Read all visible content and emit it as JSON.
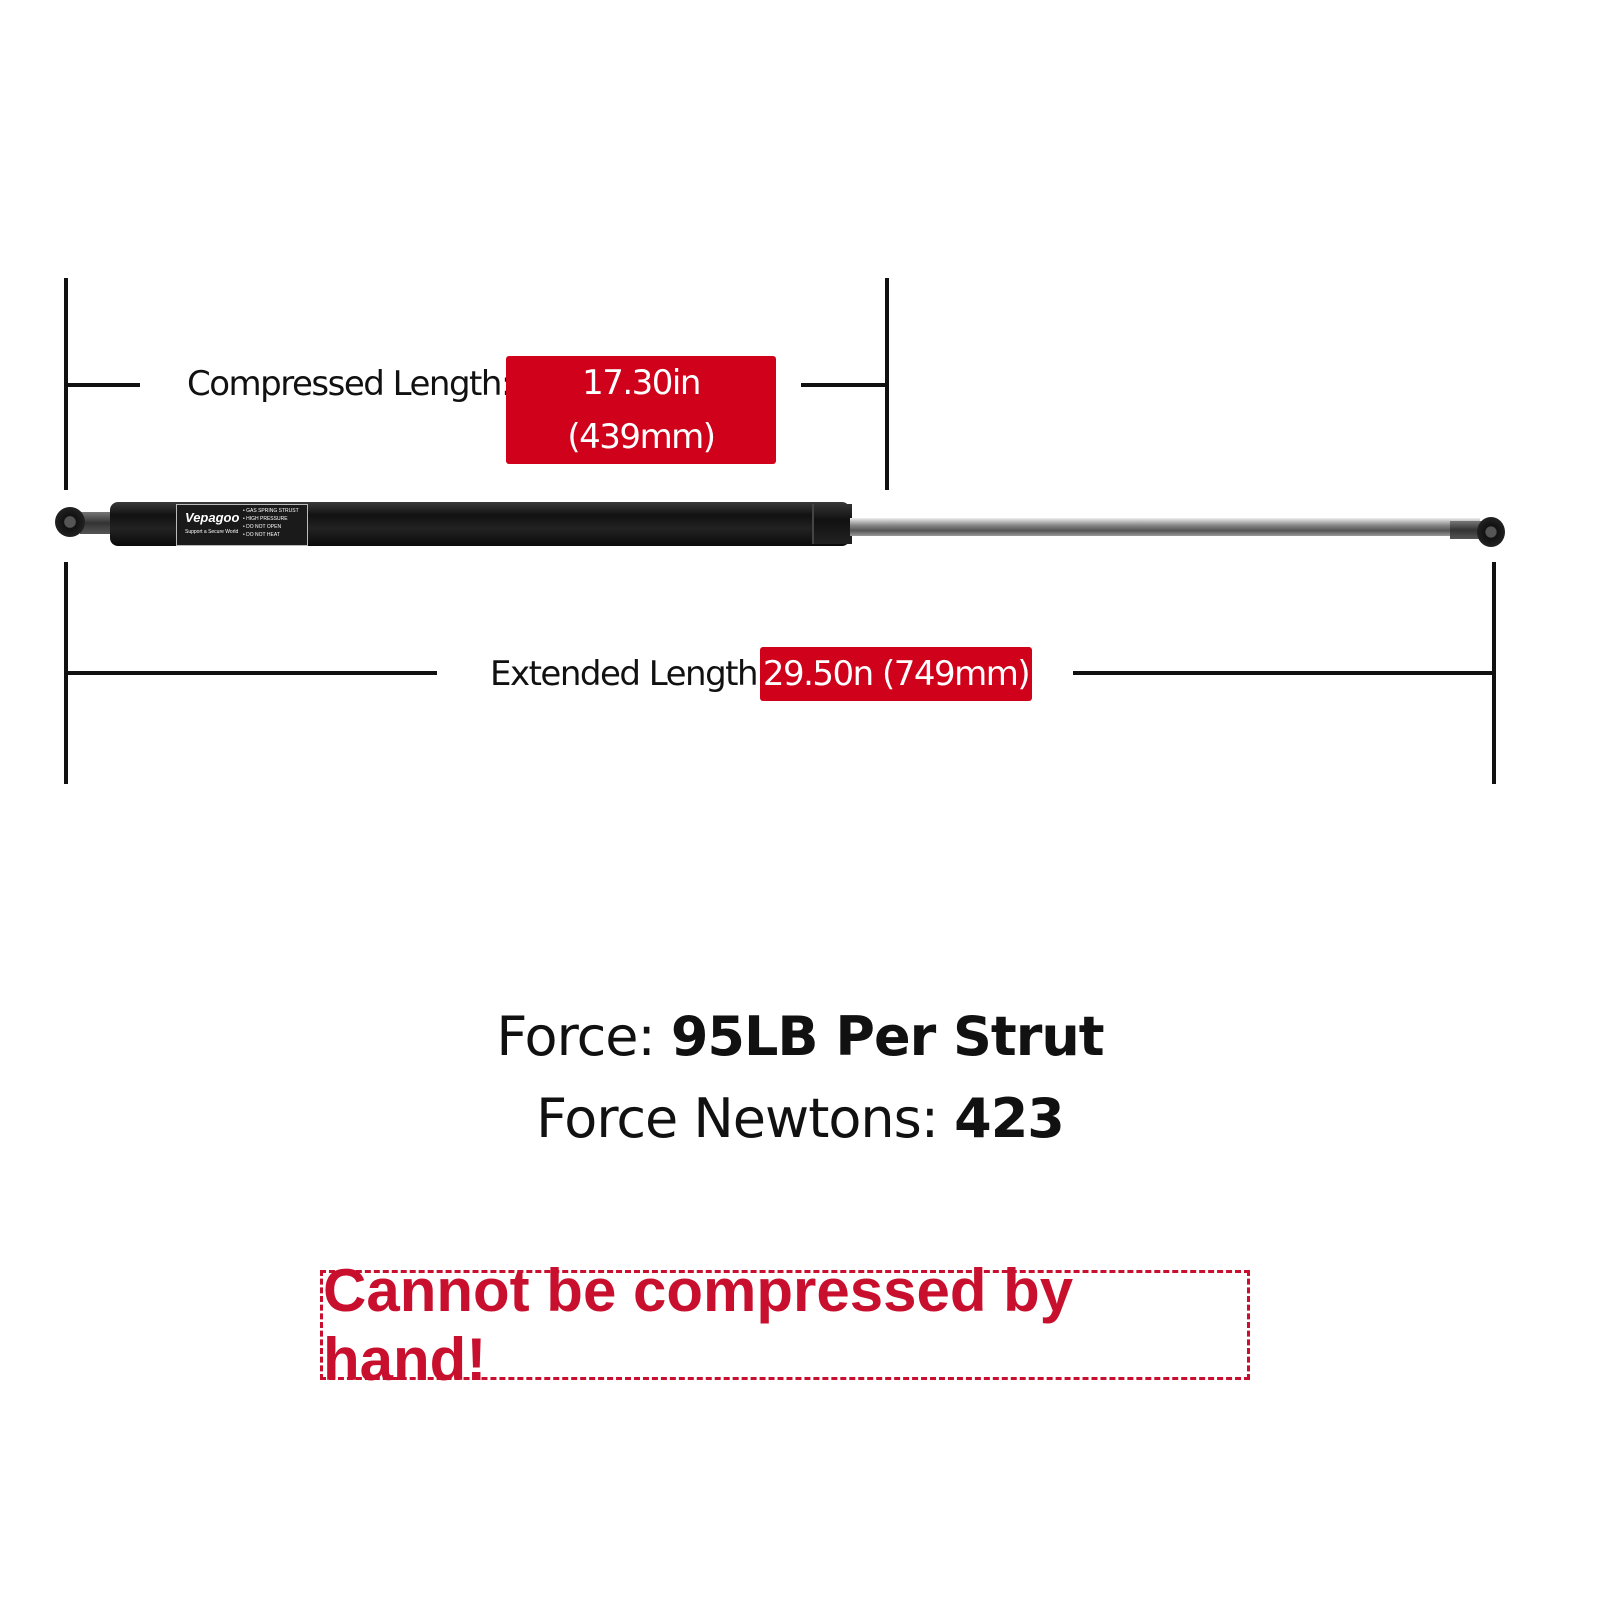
{
  "compressed": {
    "label": "Compressed Length:",
    "value": "17.30in (439mm)"
  },
  "extended": {
    "label": "Extended Length:",
    "value": "29.50n (749mm)"
  },
  "strut_label": {
    "brand": "Vepagoo",
    "tagline": "Support a Secure World",
    "warnings": [
      "• GAS SPRING STRUST",
      "• HIGH PRESSURE",
      "• DO NOT OPEN",
      "• DO NOT HEAT"
    ]
  },
  "force": {
    "label": "Force:",
    "value": "95LB Per Strut"
  },
  "force_newtons": {
    "label": "Force Newtons:",
    "value": "423"
  },
  "warning": "Cannot be compressed by hand!",
  "colors": {
    "accent": "#d0021b",
    "text": "#111111"
  }
}
